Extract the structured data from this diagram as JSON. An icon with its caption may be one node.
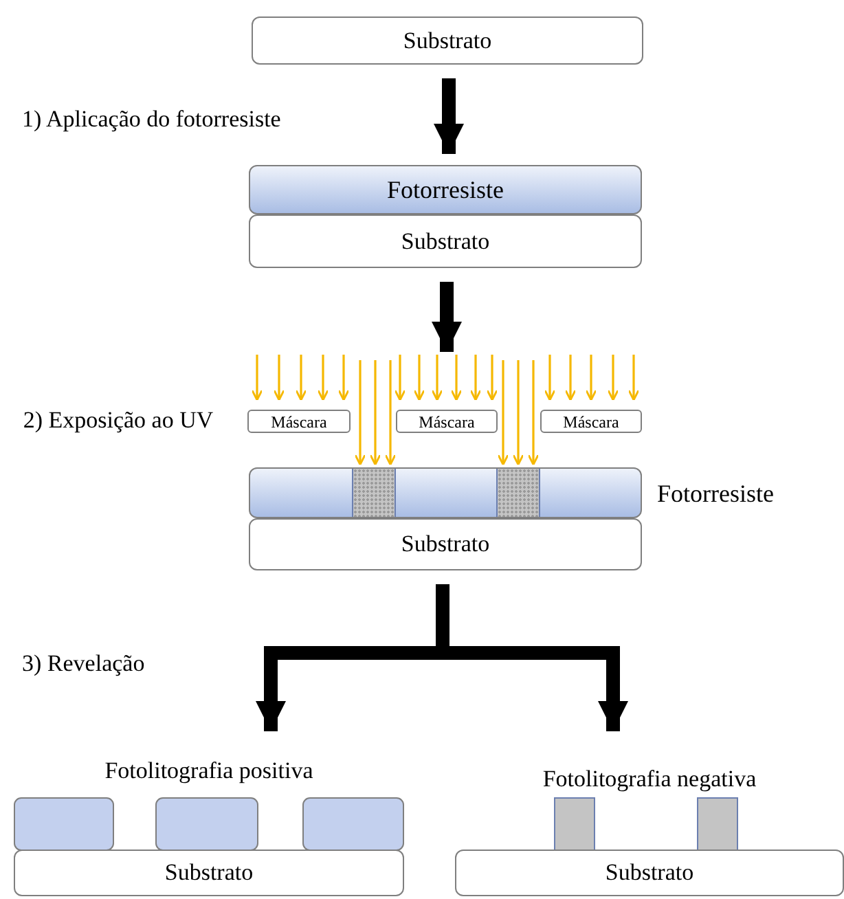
{
  "diagram": {
    "nodes": [
      {
        "text": [
          "Substrato"
        ]
      },
      {
        "text": [
          "Fotorresiste"
        ]
      },
      {
        "text": [
          "Substrato"
        ]
      },
      {
        "text": [
          "Máscara"
        ]
      },
      {
        "text": [
          "Máscara"
        ]
      },
      {
        "text": [
          "Máscara"
        ]
      },
      {
        "text": [],
        "shape": "bar",
        "beside": [
          "Fotorresiste"
        ]
      },
      {
        "text": [
          "Substrato"
        ]
      },
      {
        "text": [
          "Fotolitografia positiva"
        ]
      },
      {
        "text": [
          "Substrato"
        ]
      },
      {
        "text": [
          "Fotolitografia negativa"
        ]
      },
      {
        "text": [
          "Substrato"
        ]
      }
    ],
    "edges": [
      {
        "from": 0,
        "to": 1,
        "arrow": "to"
      },
      {
        "from": 2,
        "to": 4,
        "arrow": "to"
      },
      {
        "from": 7,
        "to": 8,
        "arrow": "to"
      },
      {
        "from": 7,
        "to": 10,
        "arrow": "to"
      }
    ],
    "labels": [
      "1) Aplicação do fotorresiste",
      "2) Exposição ao UV",
      "3) Revelação"
    ]
  }
}
